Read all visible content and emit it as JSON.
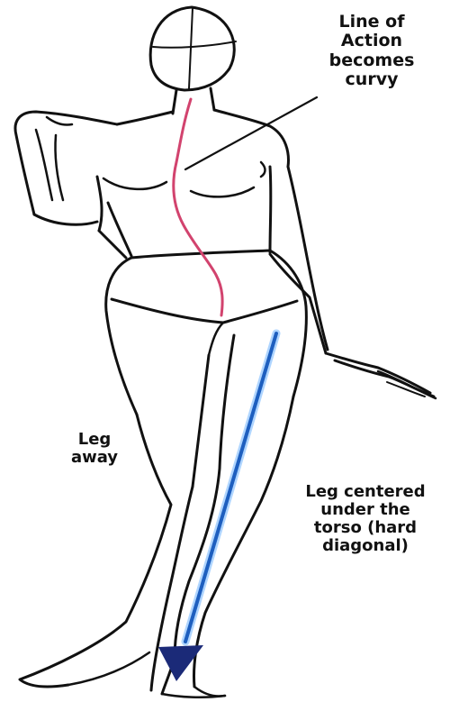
{
  "labels": {
    "line_of_action": "Line of\nAction\nbecomes\ncurvy",
    "leg_away": "Leg\naway",
    "leg_centered": "Leg centered\nunder the\ntorso (hard\ndiagonal)"
  },
  "colors": {
    "ink": "#111111",
    "line_of_action": "#d2436e",
    "leg_arrow": "#1e5fbf",
    "leg_arrow_glow": "#6fb4ff",
    "arrowhead": "#1b2a78"
  }
}
